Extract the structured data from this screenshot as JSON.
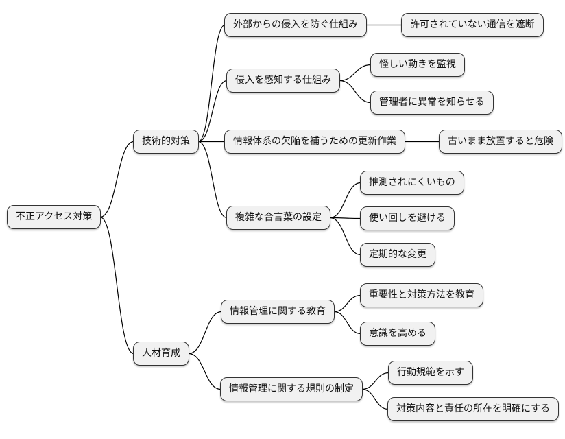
{
  "diagram": {
    "type": "mindmap",
    "background": "#ffffff",
    "node_fill": "#f1f1f1",
    "node_border": "#333333",
    "link_color": "#000000"
  },
  "nodes": [
    {
      "id": "root",
      "label": "不正アクセス対策",
      "parent": null
    },
    {
      "id": "tech",
      "label": "技術的対策",
      "parent": "root"
    },
    {
      "id": "prevent",
      "label": "外部からの侵入を防ぐ仕組み",
      "parent": "tech"
    },
    {
      "id": "block",
      "label": "許可されていない通信を遮断",
      "parent": "prevent"
    },
    {
      "id": "detect",
      "label": "侵入を感知する仕組み",
      "parent": "tech"
    },
    {
      "id": "monitor",
      "label": "怪しい動きを監視",
      "parent": "detect"
    },
    {
      "id": "alert",
      "label": "管理者に異常を知らせる",
      "parent": "detect"
    },
    {
      "id": "update",
      "label": "情報体系の欠陥を補うための更新作業",
      "parent": "tech"
    },
    {
      "id": "danger",
      "label": "古いまま放置すると危険",
      "parent": "update"
    },
    {
      "id": "password",
      "label": "複雑な合言葉の設定",
      "parent": "tech"
    },
    {
      "id": "guess",
      "label": "推測されにくいもの",
      "parent": "password"
    },
    {
      "id": "reuse",
      "label": "使い回しを避ける",
      "parent": "password"
    },
    {
      "id": "change",
      "label": "定期的な変更",
      "parent": "password"
    },
    {
      "id": "hr",
      "label": "人材育成",
      "parent": "root"
    },
    {
      "id": "edu",
      "label": "情報管理に関する教育",
      "parent": "hr"
    },
    {
      "id": "teach",
      "label": "重要性と対策方法を教育",
      "parent": "edu"
    },
    {
      "id": "aware",
      "label": "意識を高める",
      "parent": "edu"
    },
    {
      "id": "rules",
      "label": "情報管理に関する規則の制定",
      "parent": "hr"
    },
    {
      "id": "conduct",
      "label": "行動規範を示す",
      "parent": "rules"
    },
    {
      "id": "clarify",
      "label": "対策内容と責任の所在を明確にする",
      "parent": "rules"
    }
  ]
}
